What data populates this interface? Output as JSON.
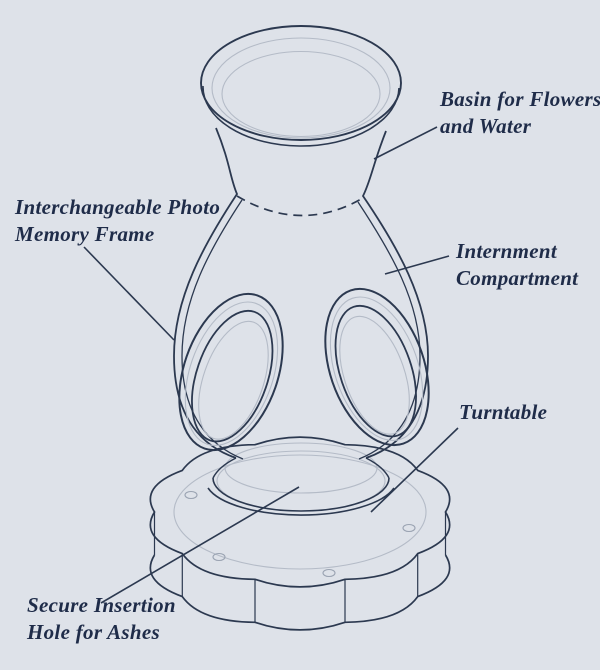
{
  "colors": {
    "background": "#dee2e9",
    "line": "#2c3950",
    "line_light": "#b4bbc7",
    "text": "#1f2c49"
  },
  "labels": {
    "basin": [
      "Basin for Flowers",
      "and Water"
    ],
    "photo_frame": [
      "Interchangeable Photo",
      "Memory Frame"
    ],
    "internment": [
      "Internment",
      "Compartment"
    ],
    "turntable": [
      "Turntable"
    ],
    "insertion": [
      "Secure Insertion",
      "Hole for Ashes"
    ]
  }
}
